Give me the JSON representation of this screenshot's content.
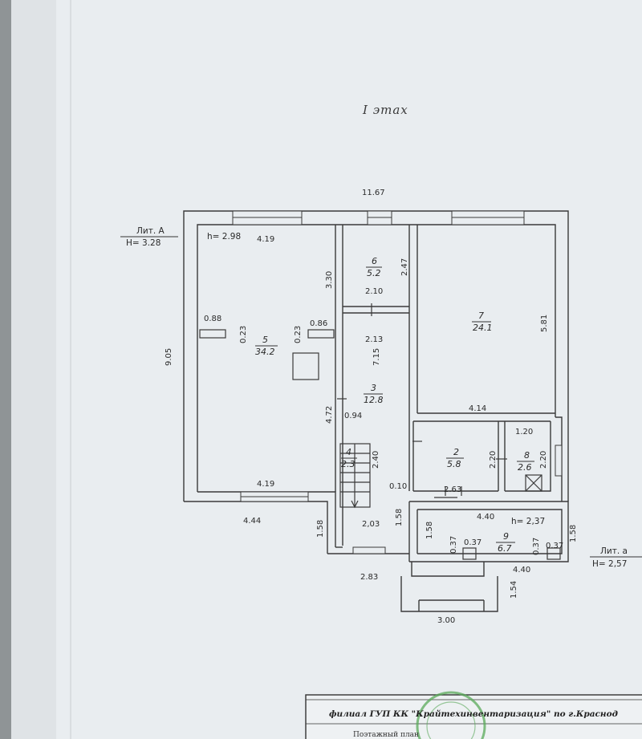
{
  "sheet": {
    "title": "I этах",
    "colors": {
      "paper": "#e9edf0",
      "ink": "#3a3a3a",
      "stamp_green": "#5aa95a"
    }
  },
  "lit_a": {
    "name": "Лит. А",
    "height": "H=  3.28"
  },
  "lit_a_small": {
    "name": "Лит. а",
    "height": "H=  2,57"
  },
  "ceiling_main": "h= 2.98",
  "ceiling_annex": "h= 2,37",
  "rooms": [
    {
      "num": "5",
      "area": "34.2"
    },
    {
      "num": "6",
      "area": "5.2"
    },
    {
      "num": "7",
      "area": "24.1"
    },
    {
      "num": "3",
      "area": "12.8"
    },
    {
      "num": "4",
      "area": "2.3"
    },
    {
      "num": "2",
      "area": "5.8"
    },
    {
      "num": "8",
      "area": "2.6"
    },
    {
      "num": "9",
      "area": "6.7"
    }
  ],
  "dims": {
    "overall_width": "11.67",
    "overall_height": "9.05",
    "r5_top": "4.19",
    "r5_bottom": "4.19",
    "r5_right": "3.30",
    "r5_side_left": "0.88",
    "r5_side_right": "0.86",
    "r5_wall_left": "0.23",
    "r5_wall_right": "0.23",
    "r6_height": "2.47",
    "r6_width": "2.10",
    "r3_width": "2.13",
    "r3_height": "7.15",
    "r3_lower": "4.72",
    "r4_width": "0.94",
    "r4_height": "2.40",
    "vestibule_width": "2,03",
    "vestibule_height": "1.58",
    "corridor_gap": "0.10",
    "r7_height": "5.81",
    "r7_width": "4.14",
    "r2_width": "2.63",
    "r2_height": "2.20",
    "r8_width": "1.20",
    "r8_height": "2.20",
    "annex_width_top": "4.40",
    "annex_width_bottom": "4.40",
    "annex_left": "1.58",
    "annex_right": "1.58",
    "annex_small_1": "0.37",
    "annex_small_2": "0.37",
    "annex_small_3": "0.37",
    "annex_small_4": "0.37",
    "outer_left_bottom": "4.44",
    "left_lower": "1.58",
    "porch_width": "2.83",
    "porch_depth": "1.54",
    "porch_bottom": "3.00"
  },
  "stamp": {
    "line1": "филиал ГУП КК \"Крайтехинвентаризация\" по г.Краснод",
    "line2": "Поэтажный план"
  }
}
